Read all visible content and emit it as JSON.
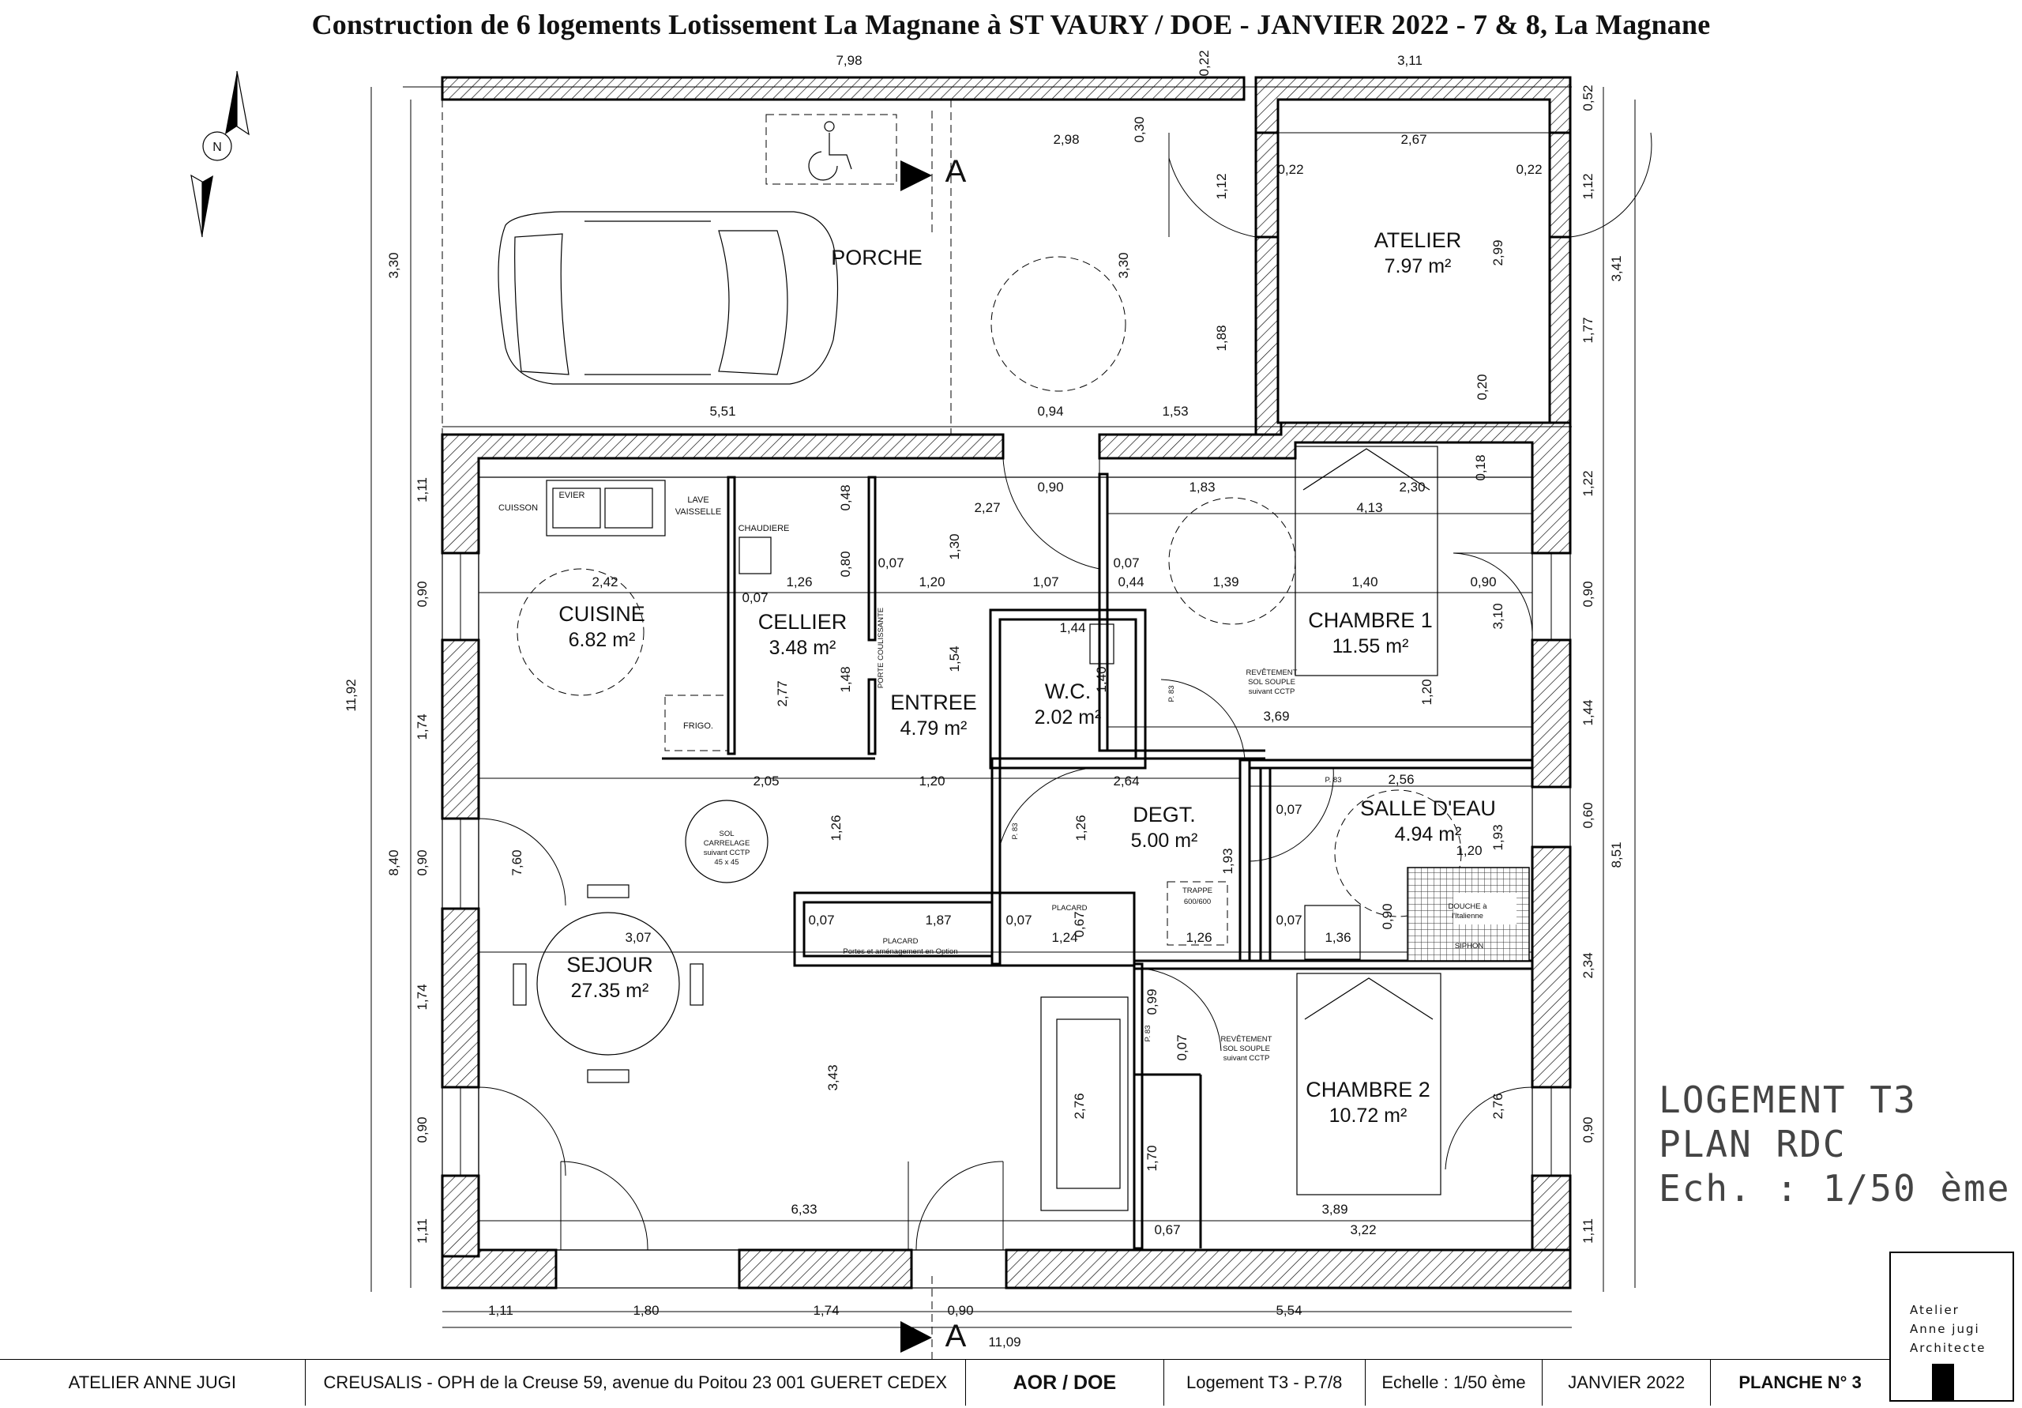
{
  "title": "Construction de 6 logements Lotissement La Magnane à ST VAURY / DOE - JANVIER 2022 - 7 & 8, La Magnane",
  "rooms": {
    "porche": {
      "name": "PORCHE"
    },
    "atelier": {
      "name": "ATELIER",
      "area": "7.97 m²"
    },
    "cuisine": {
      "name": "CUISINE",
      "area": "6.82 m²"
    },
    "cellier": {
      "name": "CELLIER",
      "area": "3.48 m²"
    },
    "entree": {
      "name": "ENTREE",
      "area": "4.79 m²"
    },
    "wc": {
      "name": "W.C.",
      "area": "2.02 m²"
    },
    "chambre1": {
      "name": "CHAMBRE 1",
      "area": "11.55 m²"
    },
    "degt": {
      "name": "DEGT.",
      "area": "5.00 m²"
    },
    "salle_eau": {
      "name": "SALLE D'EAU",
      "area": "4.94 m²"
    },
    "sejour": {
      "name": "SEJOUR",
      "area": "27.35 m²"
    },
    "chambre2": {
      "name": "CHAMBRE 2",
      "area": "10.72 m²"
    }
  },
  "labels": {
    "cuisson": "CUISSON",
    "evier": "EVIER",
    "lave1": "LAVE",
    "lave2": "VAISSELLE",
    "chaudiere": "CHAUDIERE",
    "frigo": "FRIGO.",
    "porte_coul": "PORTE COULISSANTE",
    "sol1": "SOL",
    "sol2": "CARRELAGE",
    "sol3": "suivant CCTP",
    "sol4": "45 x 45",
    "rev1a": "REVÊTEMENT",
    "rev1b": "SOL SOUPLE",
    "rev1c": "suivant CCTP",
    "rev2a": "REVÊTEMENT",
    "rev2b": "SOL SOUPLE",
    "rev2c": "suivant CCTP",
    "trappe1": "TRAPPE",
    "trappe2": "600/600",
    "placard1": "PLACARD",
    "placard1b": "Portes et aménagement en Option",
    "placard2": "PLACARD",
    "douche1": "DOUCHE à",
    "douche2": "l'Italienne",
    "siphon": "SIPHON",
    "p83a": "P. 83",
    "p83b": "P. 83",
    "p83c": "P. 83",
    "p83d": "P. 83",
    "section": "A",
    "section2": "A",
    "north": "N"
  },
  "dims": {
    "d798": "7,98",
    "d311": "3,11",
    "d022a": "0,22",
    "d052": "0,52",
    "d298": "2,98",
    "d030": "0,30",
    "d267": "2,67",
    "d022b": "0,22",
    "d022c": "0,22",
    "d112a": "1,12",
    "d112b": "1,12",
    "d341": "3,41",
    "d330a": "3,30",
    "d330b": "3,30",
    "d299": "2,99",
    "d188": "1,88",
    "d177": "1,77",
    "d020": "0,20",
    "d551": "5,51",
    "d094": "0,94",
    "d153": "1,53",
    "d018": "0,18",
    "d111a": "1,11",
    "d090a": "0,90",
    "d174a": "1,74",
    "d090b": "0,90",
    "d174b": "1,74",
    "d090c": "0,90",
    "d111b": "1,11",
    "d1192": "11,92",
    "d840": "8,40",
    "d760": "7,60",
    "d122": "1,22",
    "d090r1": "0,90",
    "d144": "1,44",
    "d060": "0,60",
    "d234": "2,34",
    "d090r2": "0,90",
    "d111r": "1,11",
    "d310": "3,10",
    "d851": "8,51",
    "d193a": "1,93",
    "d048": "0,48",
    "d080": "0,80",
    "d007a": "0,07",
    "d007b": "0,07",
    "d130": "1,30",
    "d227": "2,27",
    "d090door": "0,90",
    "d183": "1,83",
    "d230": "2,30",
    "d413": "4,13",
    "d242": "2,42",
    "d126a": "1,26",
    "d120a": "1,20",
    "d107": "1,07",
    "d007c": "0,07",
    "d044": "0,44",
    "d139": "1,39",
    "d140": "1,40",
    "d090d": "0,90",
    "d144b": "1,44",
    "d140b": "1,40",
    "d277": "2,77",
    "d148": "1,48",
    "d154": "1,54",
    "d369": "3,69",
    "d120b": "1,20",
    "d205": "2,05",
    "d120c": "1,20",
    "d264": "2,64",
    "d256": "2,56",
    "d007d": "0,07",
    "d120d": "1,20",
    "d193b": "1,93",
    "d126b": "1,26",
    "d126c": "1,26",
    "d007e": "0,07",
    "d187": "1,87",
    "d007f": "0,07",
    "d067": "0,67",
    "d124": "1,24",
    "d126d": "1,26",
    "d007g": "0,07",
    "d136": "1,36",
    "d090e": "0,90",
    "d307": "3,07",
    "d343": "3,43",
    "d276a": "2,76",
    "d099": "0,99",
    "d007h": "0,07",
    "d170": "1,70",
    "d276b": "2,76",
    "d633": "6,33",
    "d389": "3,89",
    "d067b": "0,67",
    "d322": "3,22",
    "b111": "1,11",
    "b180": "1,80",
    "b174": "1,74",
    "b090": "0,90",
    "b554": "5,54",
    "b1109": "11,09"
  },
  "legend": {
    "line1": "LOGEMENT T3",
    "line2": "PLAN RDC",
    "line3": "Ech. : 1/50 ème"
  },
  "cartouche": {
    "architect": "ATELIER ANNE JUGI",
    "client": "CREUSALIS - OPH de la Creuse 59, avenue du Poitou 23 001 GUERET CEDEX",
    "phase": "AOR / DOE",
    "logement": "Logement T3 - P.7/8",
    "echelle": "Echelle : 1/50 ème",
    "date": "JANVIER 2022",
    "planche": "PLANCHE N° 3"
  },
  "logo": {
    "line1": "Atelier",
    "line2": "Anne jugi",
    "line3": "Architecte"
  }
}
